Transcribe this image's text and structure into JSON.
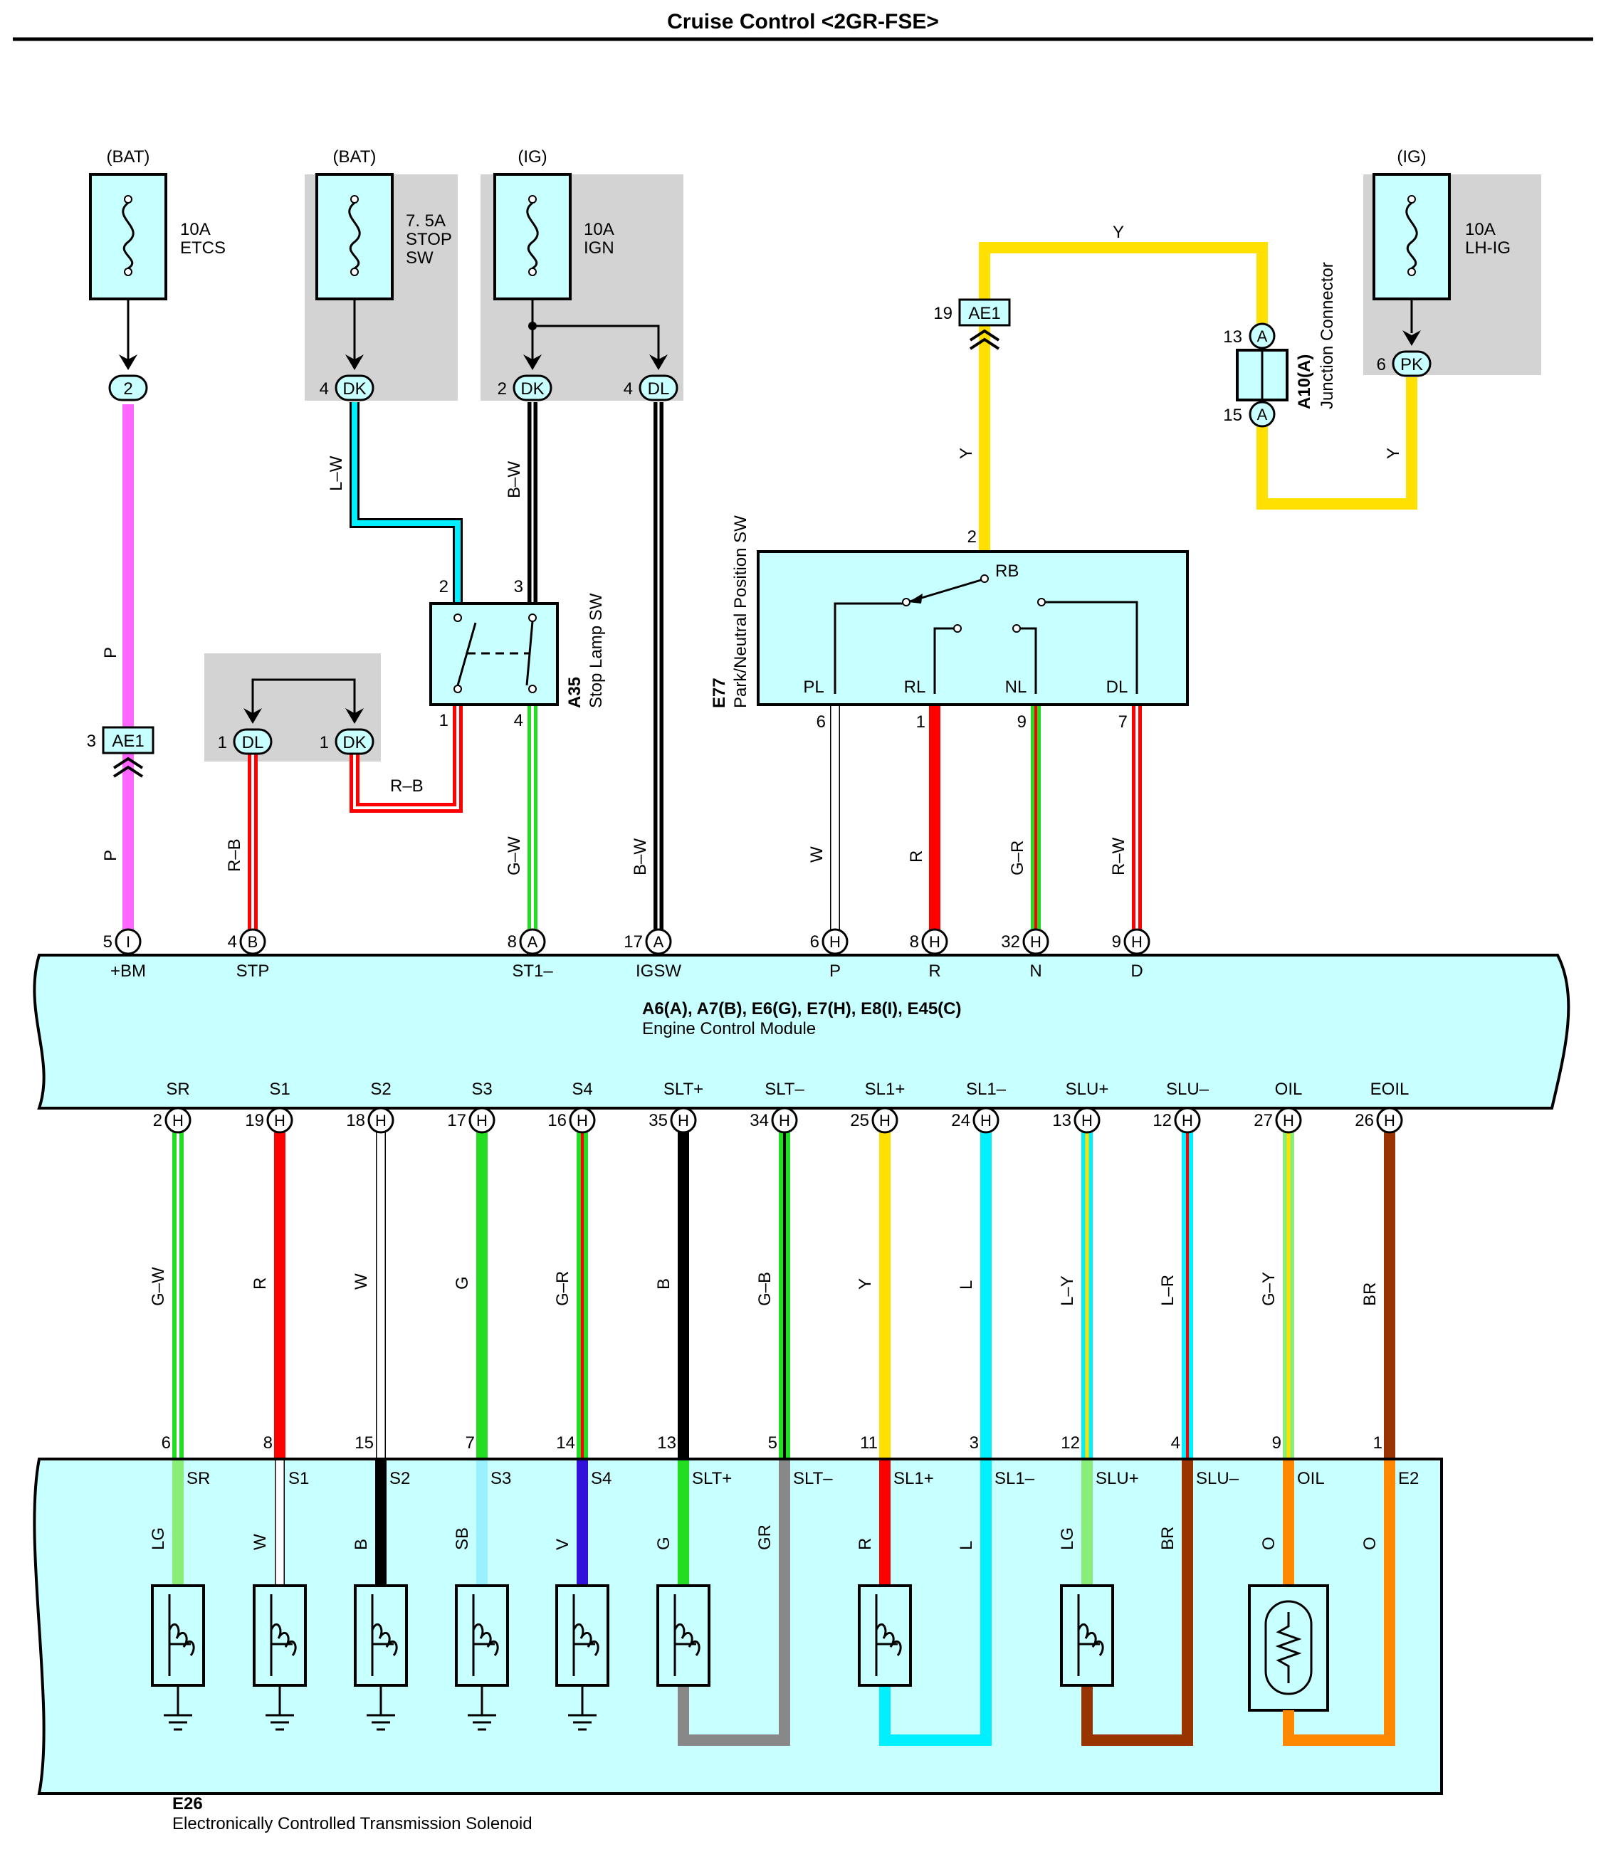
{
  "title": "Cruise Control <2GR-FSE>",
  "supplies": {
    "etcs": {
      "source": "(BAT)",
      "rating": "10A",
      "name": "ETCS",
      "connector_pin": "2"
    },
    "stop_sw": {
      "source": "(BAT)",
      "rating": "7. 5A",
      "name1": "STOP",
      "name2": "SW",
      "pin": "4",
      "connector": "DK"
    },
    "ign": {
      "source": "(IG)",
      "rating": "10A",
      "name": "IGN",
      "pin_a": "2",
      "conn_a": "DK",
      "pin_b": "4",
      "conn_b": "DL"
    },
    "lh_ig": {
      "source": "(IG)",
      "rating": "10A",
      "name": "LH-IG",
      "pin": "6",
      "connector": "PK"
    }
  },
  "junction": {
    "id": "A10(A)",
    "name": "Junction Connector",
    "pin_top": "13",
    "pin_bottom": "15",
    "letter": "A"
  },
  "ae1_top": {
    "pin": "19",
    "label": "AE1"
  },
  "ae1_left": {
    "pin": "3",
    "label": "AE1"
  },
  "dl_dk_joint": {
    "pin_dl": "1",
    "label_dl": "DL",
    "pin_dk": "1",
    "label_dk": "DK"
  },
  "stop_lamp_sw": {
    "id": "A35",
    "name": "Stop Lamp SW",
    "pin1": "1",
    "pin2": "2",
    "pin3": "3",
    "pin4": "4"
  },
  "pnp_sw": {
    "id": "E77",
    "name": "Park/Neutral Position SW",
    "in_pin": "2",
    "rb": "RB",
    "terminals": [
      {
        "label": "PL",
        "pin": "6"
      },
      {
        "label": "RL",
        "pin": "1"
      },
      {
        "label": "NL",
        "pin": "9"
      },
      {
        "label": "DL",
        "pin": "7"
      }
    ]
  },
  "wires_top": {
    "p1": "P",
    "p2": "P",
    "lw": "L–W",
    "bw1": "B–W",
    "bw2": "B–W",
    "rb1": "R–B",
    "rb2": "R–B",
    "gw": "G–W",
    "y1": "Y",
    "y2": "Y",
    "y3": "Y",
    "w": "W",
    "r": "R",
    "gr": "G–R",
    "rw": "R–W"
  },
  "ecm": {
    "ids": "A6(A), A7(B), E6(G), E7(H), E8(I), E45(C)",
    "name": "Engine Control Module",
    "top_pins": [
      {
        "pin": "5",
        "letter": "I",
        "label": "+BM"
      },
      {
        "pin": "4",
        "letter": "B",
        "label": "STP"
      },
      {
        "pin": "8",
        "letter": "A",
        "label": "ST1–"
      },
      {
        "pin": "17",
        "letter": "A",
        "label": "IGSW"
      },
      {
        "pin": "6",
        "letter": "H",
        "label": "P"
      },
      {
        "pin": "8",
        "letter": "H",
        "label": "R"
      },
      {
        "pin": "32",
        "letter": "H",
        "label": "N"
      },
      {
        "pin": "9",
        "letter": "H",
        "label": "D"
      }
    ],
    "bottom_pins": [
      {
        "label": "SR",
        "pin": "2",
        "letter": "H",
        "wire": "G–W",
        "sol_pin": "6",
        "sol_label": "SR",
        "int_wire": "LG"
      },
      {
        "label": "S1",
        "pin": "19",
        "letter": "H",
        "wire": "R",
        "sol_pin": "8",
        "sol_label": "S1",
        "int_wire": "W"
      },
      {
        "label": "S2",
        "pin": "18",
        "letter": "H",
        "wire": "W",
        "sol_pin": "15",
        "sol_label": "S2",
        "int_wire": "B"
      },
      {
        "label": "S3",
        "pin": "17",
        "letter": "H",
        "wire": "G",
        "sol_pin": "7",
        "sol_label": "S3",
        "int_wire": "SB"
      },
      {
        "label": "S4",
        "pin": "16",
        "letter": "H",
        "wire": "G–R",
        "sol_pin": "14",
        "sol_label": "S4",
        "int_wire": "V"
      },
      {
        "label": "SLT+",
        "pin": "35",
        "letter": "H",
        "wire": "B",
        "sol_pin": "13",
        "sol_label": "SLT+",
        "int_wire": "G"
      },
      {
        "label": "SLT–",
        "pin": "34",
        "letter": "H",
        "wire": "G–B",
        "sol_pin": "5",
        "sol_label": "SLT–",
        "int_wire": "GR"
      },
      {
        "label": "SL1+",
        "pin": "25",
        "letter": "H",
        "wire": "Y",
        "sol_pin": "11",
        "sol_label": "SL1+",
        "int_wire": "R"
      },
      {
        "label": "SL1–",
        "pin": "24",
        "letter": "H",
        "wire": "L",
        "sol_pin": "3",
        "sol_label": "SL1–",
        "int_wire": "L"
      },
      {
        "label": "SLU+",
        "pin": "13",
        "letter": "H",
        "wire": "L–Y",
        "sol_pin": "12",
        "sol_label": "SLU+",
        "int_wire": "LG"
      },
      {
        "label": "SLU–",
        "pin": "12",
        "letter": "H",
        "wire": "L–R",
        "sol_pin": "4",
        "sol_label": "SLU–",
        "int_wire": "BR"
      },
      {
        "label": "OIL",
        "pin": "27",
        "letter": "H",
        "wire": "G–Y",
        "sol_pin": "9",
        "sol_label": "OIL",
        "int_wire": "O"
      },
      {
        "label": "EOIL",
        "pin": "26",
        "letter": "H",
        "wire": "BR",
        "sol_pin": "1",
        "sol_label": "E2",
        "int_wire": "O"
      }
    ]
  },
  "solenoid": {
    "id": "E26",
    "name": "Electronically Controlled Transmission Solenoid"
  },
  "colors": {
    "panel": "#c8ffff",
    "shade": "#d3d3d3",
    "pink": "#ff66ff",
    "cyan": "#00f0ff",
    "green": "#22dd22",
    "red": "#ff0000",
    "yellow": "#ffe000",
    "brown": "#993300",
    "orange": "#ff8800",
    "gray": "#888888",
    "lightgreen": "#88ee77",
    "violet": "#3311dd",
    "skyblue": "#99f0ff"
  }
}
